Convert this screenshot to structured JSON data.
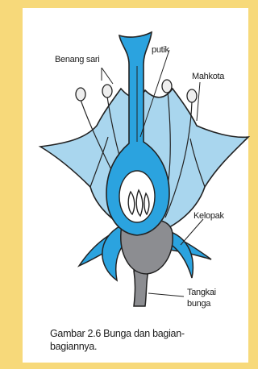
{
  "labels": {
    "stamen": "Benang sari",
    "pistil": "putik",
    "petal": "Mahkota",
    "sepal": "Kelopak",
    "stalk_line1": "Tangkai",
    "stalk_line2": "bunga"
  },
  "caption": {
    "line1": "Gambar 2.6 Bunga dan bagian-",
    "line2": "bagiannya."
  },
  "colors": {
    "background": "#f7d97a",
    "panel": "#ffffff",
    "petal_fill": "#a9d6ee",
    "sepal_fill": "#2ba3df",
    "pistil_fill": "#2ba3df",
    "receptacle_fill": "#8c8d91",
    "outline": "#222222"
  }
}
